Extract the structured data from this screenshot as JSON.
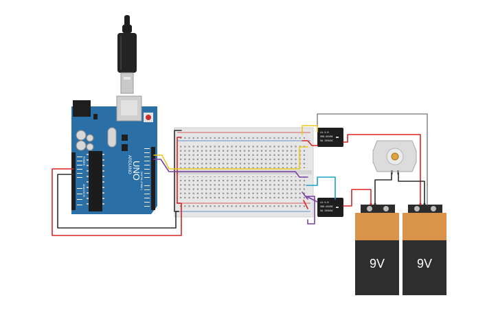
{
  "board": {
    "brand": "ARDUINO",
    "model": "UNO",
    "digital_header_label": "DIGITAL (PWM~)",
    "power_label": "POWER",
    "analog_label": "ANALOG IN",
    "body_color": "#2a6fa5"
  },
  "relays": [
    {
      "lines": [
        "LU-5-R",
        "SRD-05VDC",
        "5A 250VAC"
      ]
    },
    {
      "lines": [
        "LU-5-R",
        "SRD-05VDC",
        "5A 250VAC"
      ]
    }
  ],
  "batteries": [
    {
      "label": "9V"
    },
    {
      "label": "9V"
    }
  ],
  "wire_colors": {
    "red": "#d62424",
    "black": "#2b2b2b",
    "yellow": "#e8c91c",
    "purple": "#7a3fa0",
    "cyan": "#1a9fc9",
    "gray": "#8a8a8a"
  },
  "icons": [
    "usb-plug-icon",
    "dc-motor-icon",
    "battery-icon",
    "relay-icon",
    "breadboard-icon"
  ]
}
